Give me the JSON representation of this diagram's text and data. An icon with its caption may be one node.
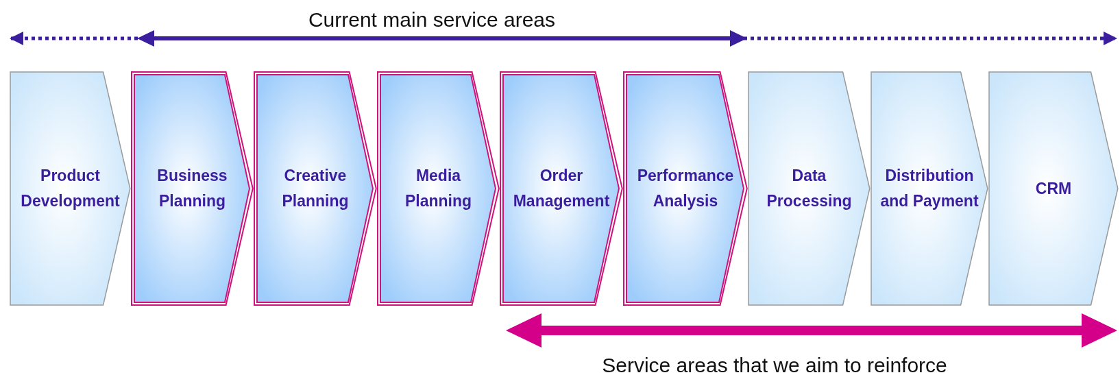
{
  "diagram": {
    "nodes": [
      {
        "text": [
          "Product Development"
        ]
      },
      {
        "text": [
          "Business Planning"
        ]
      },
      {
        "text": [
          "Creative Planning"
        ]
      },
      {
        "text": [
          "Media Planning"
        ]
      },
      {
        "text": [
          "Order Management"
        ]
      },
      {
        "text": [
          "Performance Analysis"
        ]
      },
      {
        "text": [
          "Data Processing"
        ]
      },
      {
        "text": [
          "Distribution and Payment"
        ]
      },
      {
        "text": [
          "CRM"
        ]
      }
    ],
    "labels": [
      "Current main service areas",
      "Service areas that we aim to reinforce"
    ]
  }
}
